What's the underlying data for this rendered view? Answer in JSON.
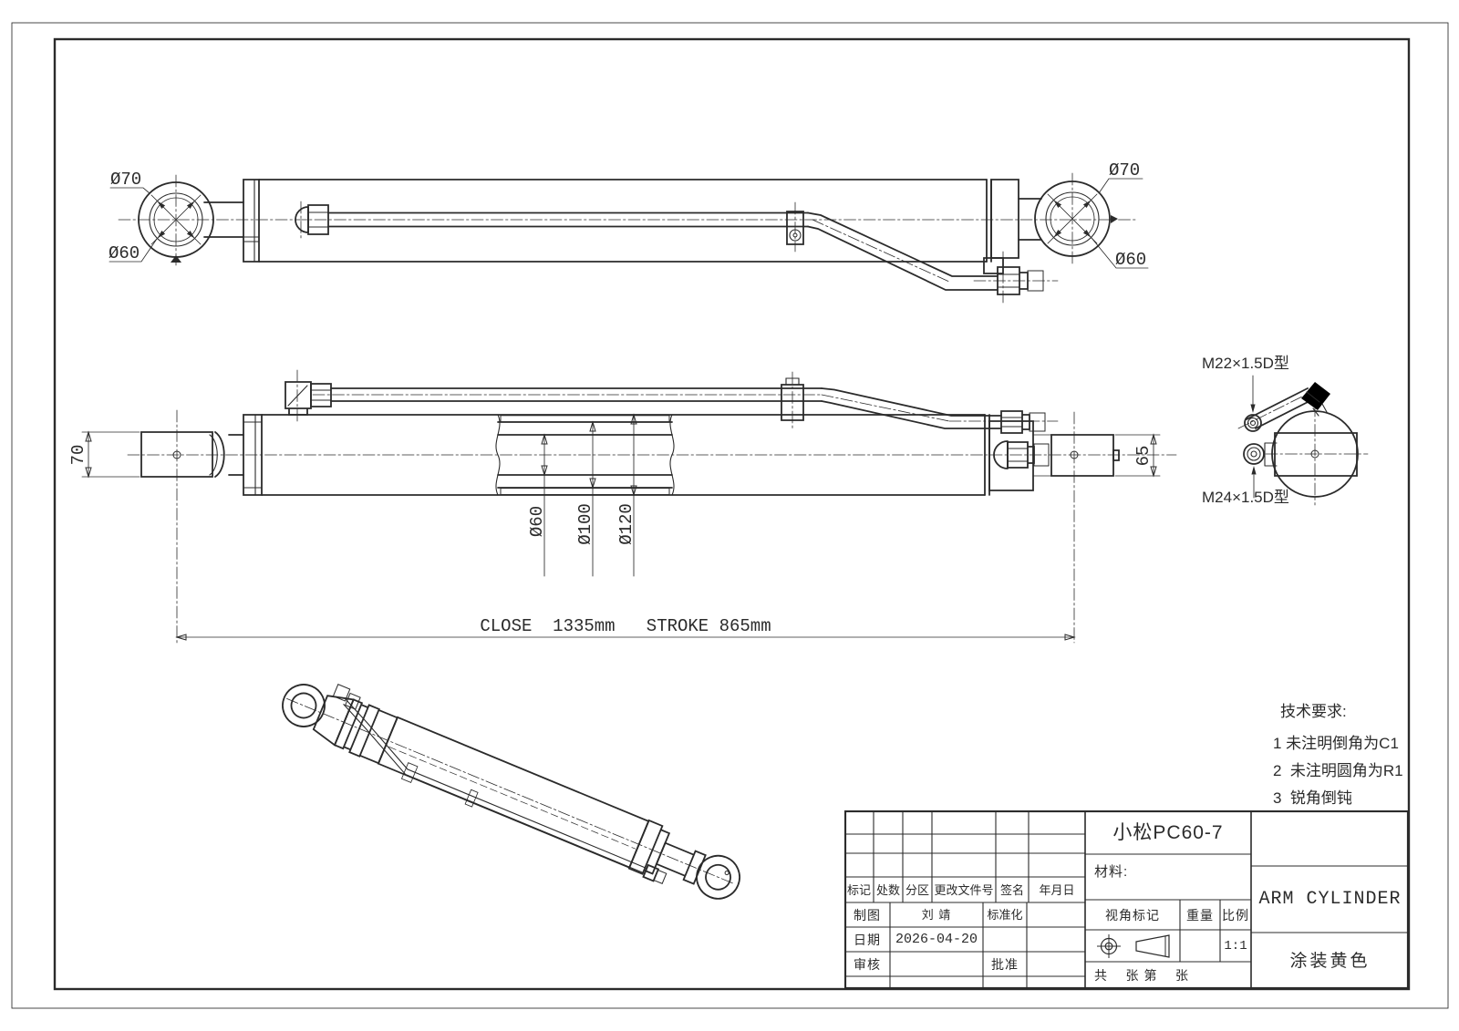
{
  "colors": {
    "line": "#2b2b2b",
    "paper": "#ffffff"
  },
  "drawing": {
    "top_view": {
      "dia_outer_left": "Ø70",
      "dia_inner_left": "Ø60",
      "dia_outer_right": "Ø70",
      "dia_inner_right": "Ø60"
    },
    "front_view": {
      "rod_eye_width": "70",
      "cap_eye_width": "65",
      "rod_dia": "Ø60",
      "bore_dia": "Ø100",
      "tube_od": "Ø120",
      "length_dim": "CLOSE  1335mm   STROKE 865mm"
    },
    "port_detail": {
      "upper_port_thread": "M22×1.5D型",
      "lower_port_thread": "M24×1.5D型"
    }
  },
  "tech_requirements": {
    "title": "技术要求:",
    "items": [
      "1 未注明倒角为C1",
      "2  未注明圆角为R1",
      "3  锐角倒钝"
    ]
  },
  "title_block": {
    "rev_headers": [
      "标记",
      "处数",
      "分区",
      "更改文件号",
      "签名",
      "年月日"
    ],
    "drawn_label": "制图",
    "drawn_by": "刘 靖",
    "standardized_label": "标准化",
    "date_label": "日期",
    "date_value": "2026-04-20",
    "checked_label": "审核",
    "approved_label": "批准",
    "model": "小松PC60-7",
    "material_label": "材料:",
    "view_mark_label": "视角标记",
    "weight_label": "重量",
    "scale_label": "比例",
    "scale_value": "1:1",
    "sheet_info": "共    张 第    张",
    "part_name": "ARM CYLINDER",
    "finish": "涂装黄色"
  }
}
